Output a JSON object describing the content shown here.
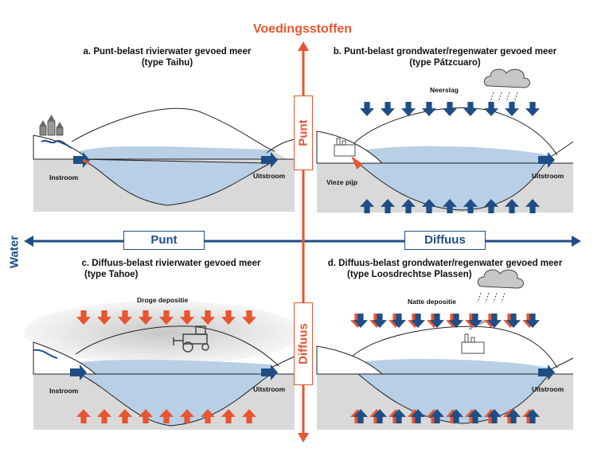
{
  "axes": {
    "nutrients_title": "Voedingsstoffen",
    "water_title": "Water",
    "punt_h": "Punt",
    "diffuus_h": "Diffuus",
    "punt_v": "Punt",
    "diffuus_v": "Diffuus"
  },
  "panels": {
    "a": {
      "title_line1": "a. Punt-belast rivierwater gevoed meer",
      "title_line2": "(type Taihu)",
      "inflow": "Instroom",
      "outflow": "Uitstroom"
    },
    "b": {
      "title_line1": "b. Punt-belast grondwater/regenwater gevoed meer",
      "title_line2": "(type Pátzcuaro)",
      "precip": "Neerslag",
      "pipe": "Vieze pijp",
      "outflow": "Uitstroom"
    },
    "c": {
      "title_line1": "c. Diffuus-belast rivierwater gevoed meer",
      "title_line2": "(type Tahoe)",
      "deposition": "Droge depositie",
      "inflow": "Instroom",
      "outflow": "Uitstroom"
    },
    "d": {
      "title_line1": "d. Diffuus-belast grondwater/regenwater gevoed meer",
      "title_line2": "(type Loosdrechtse Plassen)",
      "deposition": "Natte depositie",
      "outflow": "Uitstroom"
    }
  },
  "colors": {
    "nutrient": "#e8552f",
    "water": "#1f4e87",
    "lake": "#b8cfe6",
    "ground": "#d9d9d9"
  },
  "icons": [
    "village-icon",
    "cloud-icon",
    "factory-icon",
    "tractor-icon"
  ]
}
